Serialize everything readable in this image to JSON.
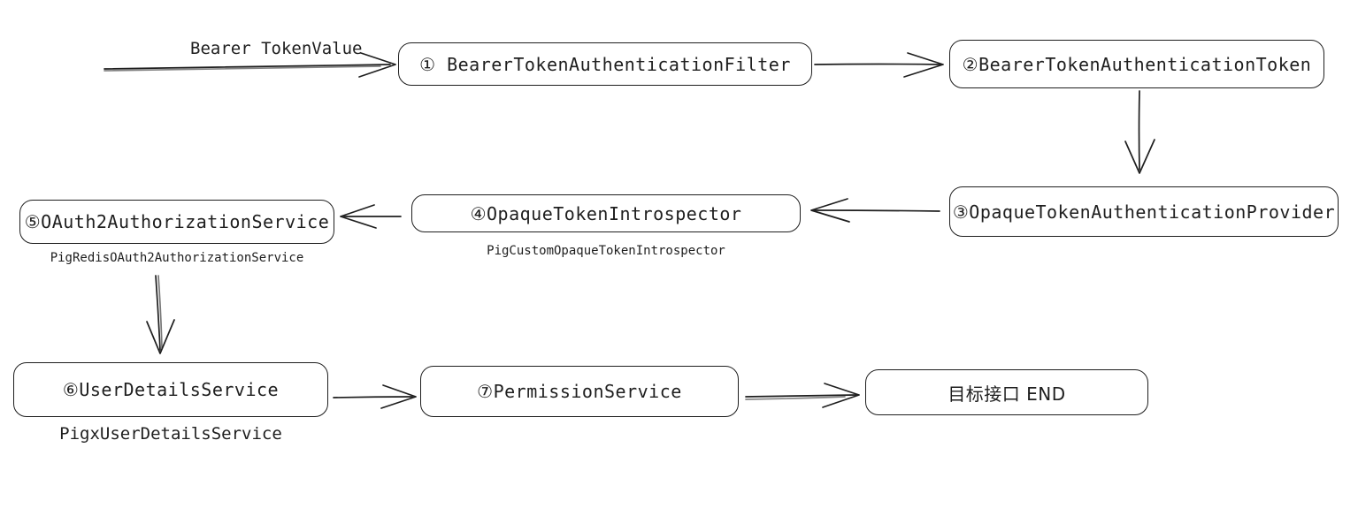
{
  "diagram": {
    "type": "flowchart",
    "edge_label": "Bearer TokenValue",
    "colors": {
      "stroke": "#1e1e1e",
      "background": "#ffffff"
    },
    "nodes": [
      {
        "id": "bearer-token-authentication-filter",
        "label": "① BearerTokenAuthenticationFilter"
      },
      {
        "id": "bearer-token-authentication-token",
        "label": "②BearerTokenAuthenticationToken"
      },
      {
        "id": "opaque-token-authentication-provider",
        "label": "③OpaqueTokenAuthenticationProvider"
      },
      {
        "id": "opaque-token-introspector",
        "label": "④OpaqueTokenIntrospector",
        "sublabel": "PigCustomOpaqueTokenIntrospector"
      },
      {
        "id": "oauth2-authorization-service",
        "label": "⑤OAuth2AuthorizationService",
        "sublabel": "PigRedisOAuth2AuthorizationService"
      },
      {
        "id": "user-details-service",
        "label": "⑥UserDetailsService",
        "sublabel": "PigxUserDetailsService"
      },
      {
        "id": "permission-service",
        "label": "⑦PermissionService"
      },
      {
        "id": "target-endpoint-end",
        "label": "目标接口 END"
      }
    ],
    "flow": [
      "start → ①BearerTokenAuthenticationFilter (Bearer TokenValue)",
      "① → ②BearerTokenAuthenticationToken",
      "② → ③OpaqueTokenAuthenticationProvider",
      "③ → ④OpaqueTokenIntrospector",
      "④ → ⑤OAuth2AuthorizationService",
      "⑤ → ⑥UserDetailsService",
      "⑥ → ⑦PermissionService",
      "⑦ → 目标接口 END"
    ]
  }
}
